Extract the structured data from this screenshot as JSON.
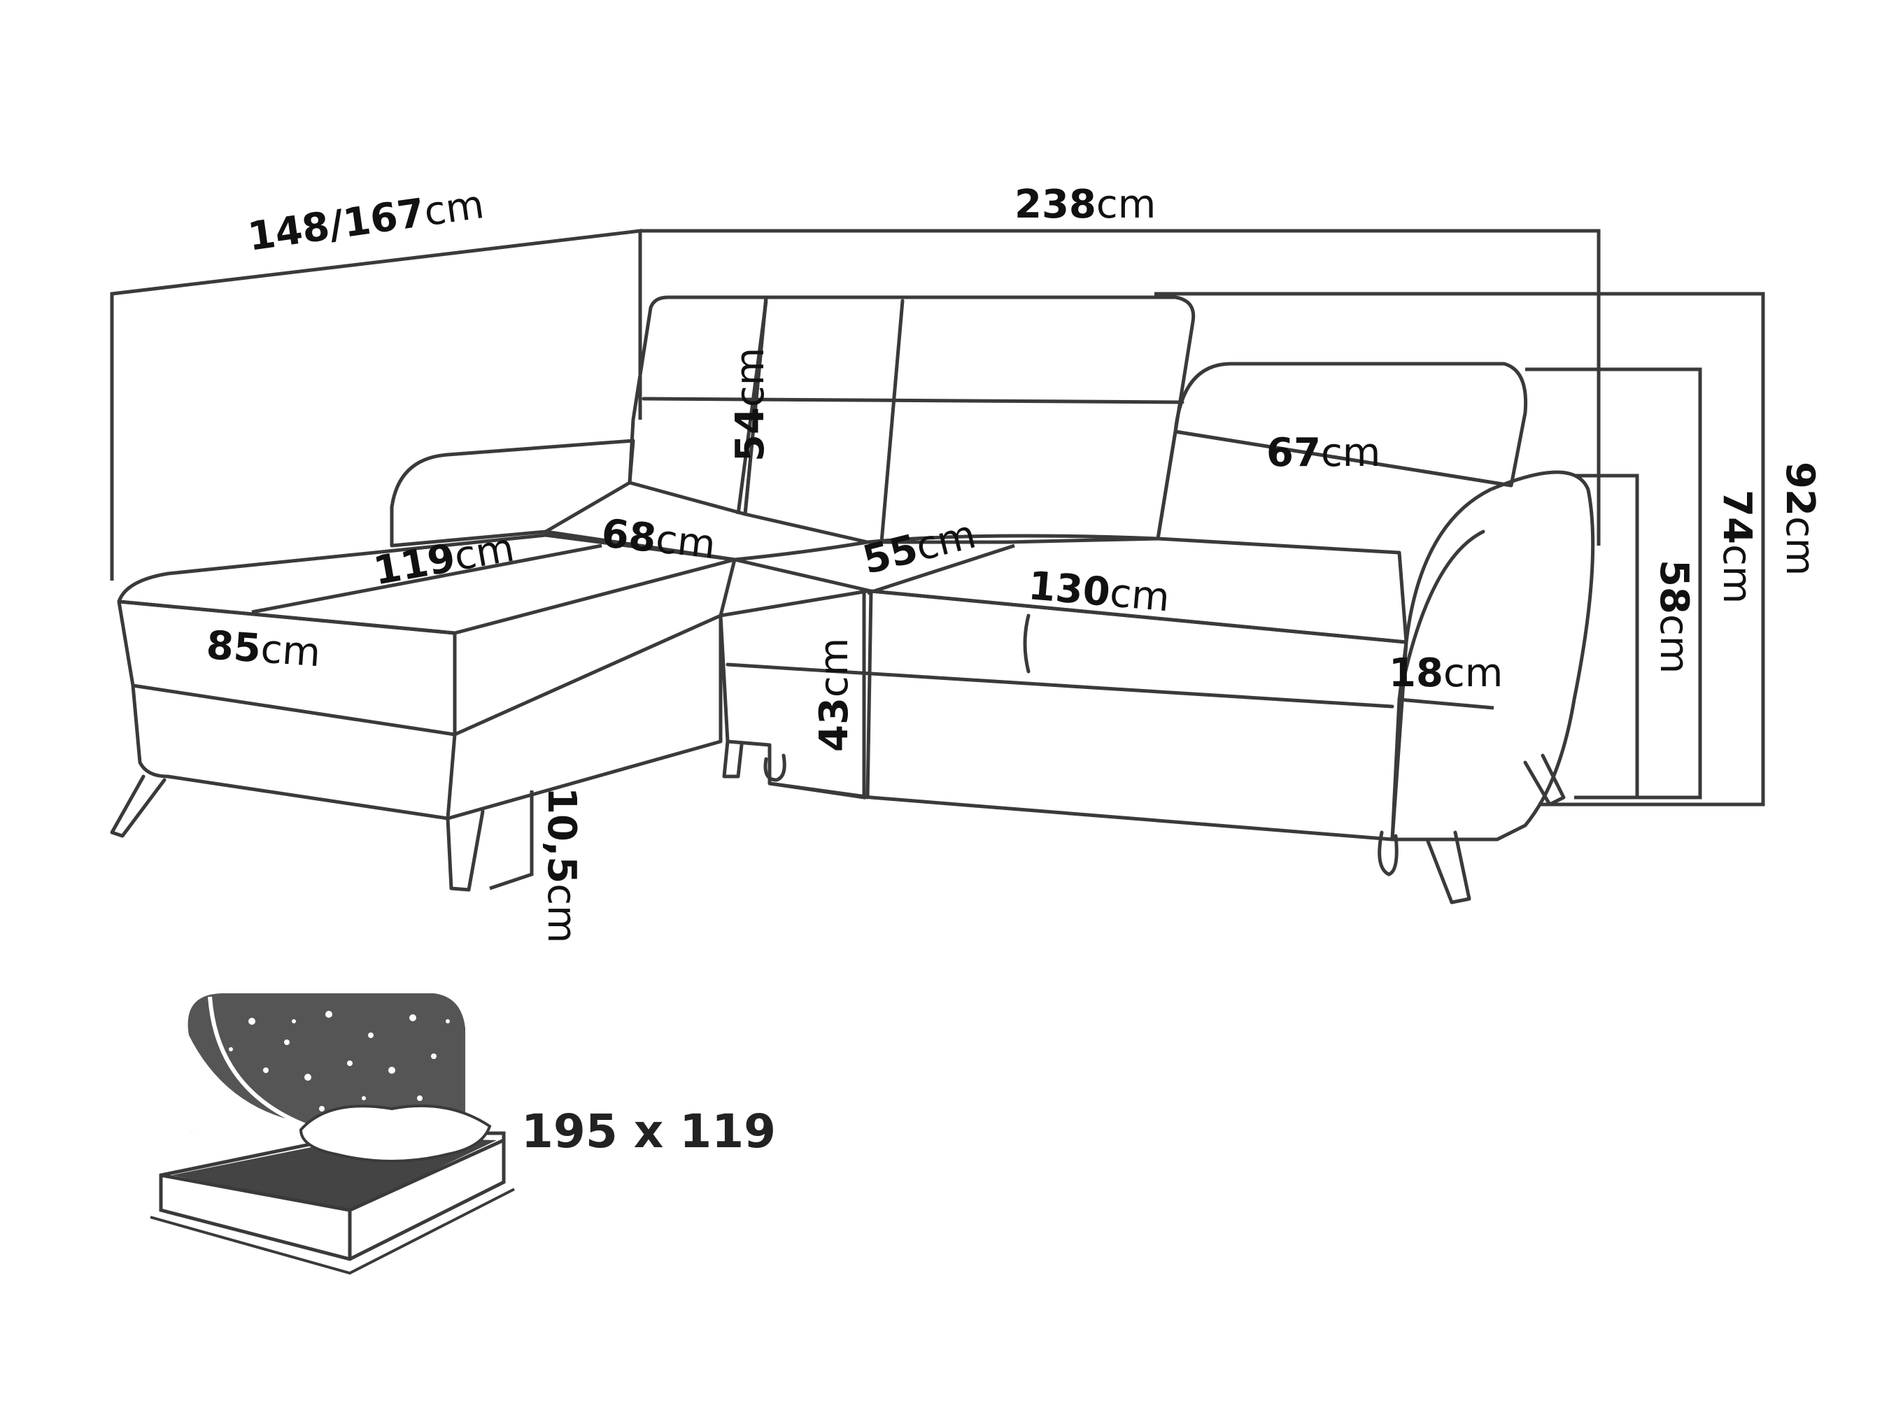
{
  "unit": "cm",
  "dimensions": {
    "total_depth": "148/167",
    "total_width": "238",
    "backrest_height": "54",
    "headrest_width": "67",
    "overall_height": "92",
    "height_with_headrest": "74",
    "backrest_top_height": "58",
    "chaise_length": "119",
    "seat_depth": "68",
    "middle_seat": "55",
    "main_seat_width": "130",
    "chaise_width": "85",
    "seat_height": "43",
    "armrest_width": "18",
    "leg_height": "10,5"
  },
  "sleeping_area": {
    "label": "195 x 119",
    "icon": "bed-icon"
  },
  "colors": {
    "line": "#3a3a3a",
    "text": "#111111",
    "bed_fill": "#555555"
  }
}
